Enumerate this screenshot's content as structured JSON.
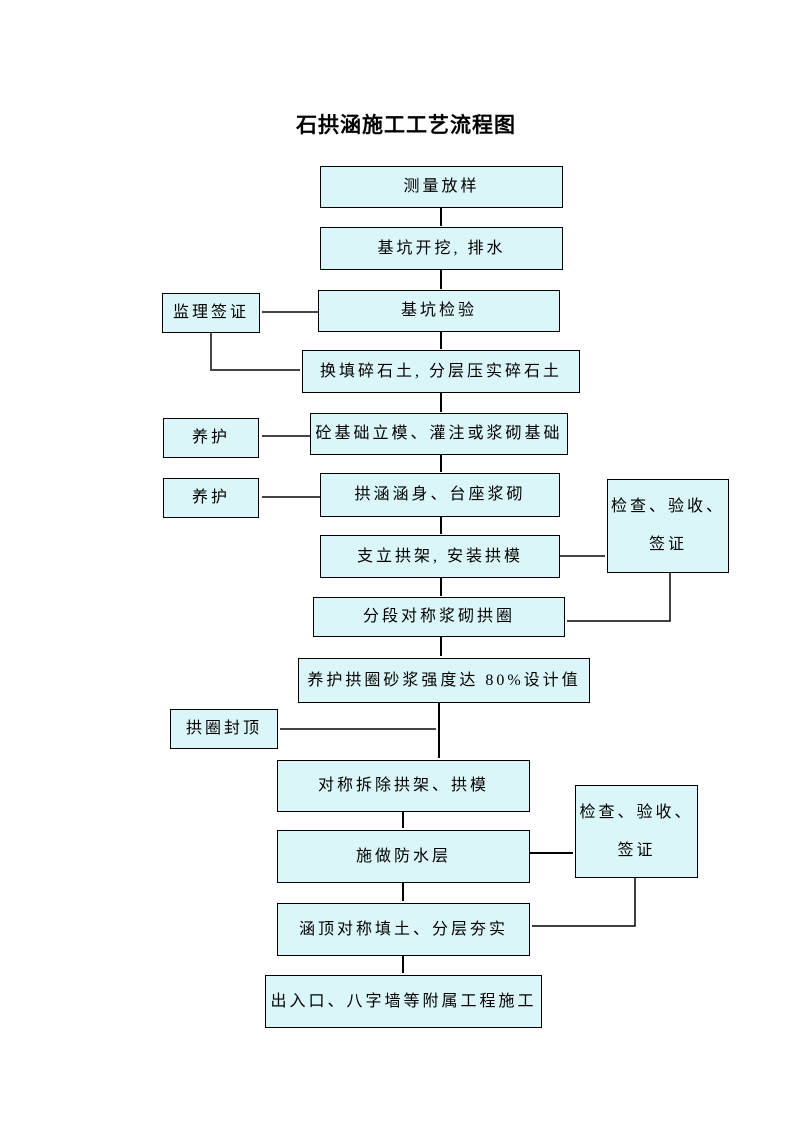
{
  "title": "石拱涵施工工艺流程图",
  "colors": {
    "box_fill": "#dbf6f8",
    "box_border": "#000000",
    "line_main": "#000000",
    "line_side": "#454545"
  },
  "steps": [
    "测量放样",
    "基坑开挖, 排水",
    "基坑检验",
    "换填碎石土, 分层压实碎石土",
    "砼基础立模、灌注或浆砌基础",
    "拱涵涵身、台座浆砌",
    "支立拱架, 安装拱模",
    "分段对称浆砌拱圈",
    "养护拱圈砂浆强度达 80%设计值",
    "对称拆除拱架、拱模",
    "施做防水层",
    "涵顶对称填土、分层夯实",
    "出入口、八字墙等附属工程施工"
  ],
  "side_notes": {
    "supervisor_sign": "监理签证",
    "curing_1": "养护",
    "curing_2": "养护",
    "inspection_sign_1": [
      "检查、验收、",
      "签证"
    ],
    "arch_capping": "拱圈封顶",
    "inspection_sign_2": [
      "检查、验收、",
      "签证"
    ]
  }
}
